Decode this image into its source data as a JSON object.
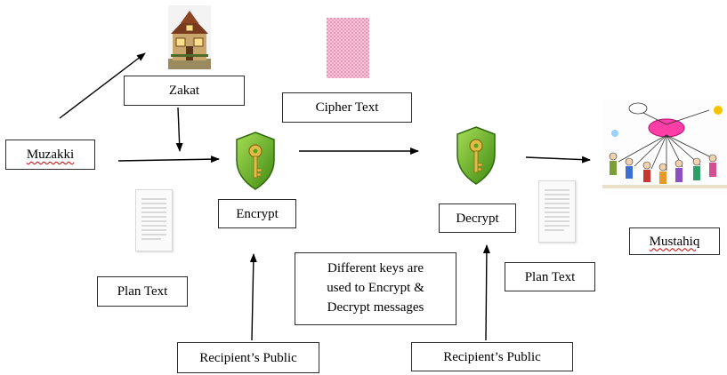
{
  "nodes": {
    "muzakki": "Muzakki",
    "zakat": "Zakat",
    "cipher_text": "Cipher Text",
    "encrypt": "Encrypt",
    "decrypt": "Decrypt",
    "mustahiq": "Mustahiq",
    "plan_text_left": "Plan Text",
    "plan_text_right": "Plan Text",
    "recipient_public_left": "Recipient’s Public",
    "recipient_public_right": "Recipient’s Public",
    "note_line1": "Different keys are",
    "note_line2": "used to Encrypt &",
    "note_line3": "Decrypt messages"
  },
  "icons": {
    "house": "house-image",
    "cipher": "cipher-text-pattern",
    "shield_left": "shield-key-icon",
    "shield_right": "shield-key-icon",
    "doc_left": "document-icon",
    "doc_right": "document-icon",
    "mustahiq": "mustahiq-illustration"
  },
  "colors": {
    "shield": "#5aa41e",
    "key": "#e0bd48",
    "cipher": "#f2aeca",
    "misspelling_underline": "#d00000"
  }
}
